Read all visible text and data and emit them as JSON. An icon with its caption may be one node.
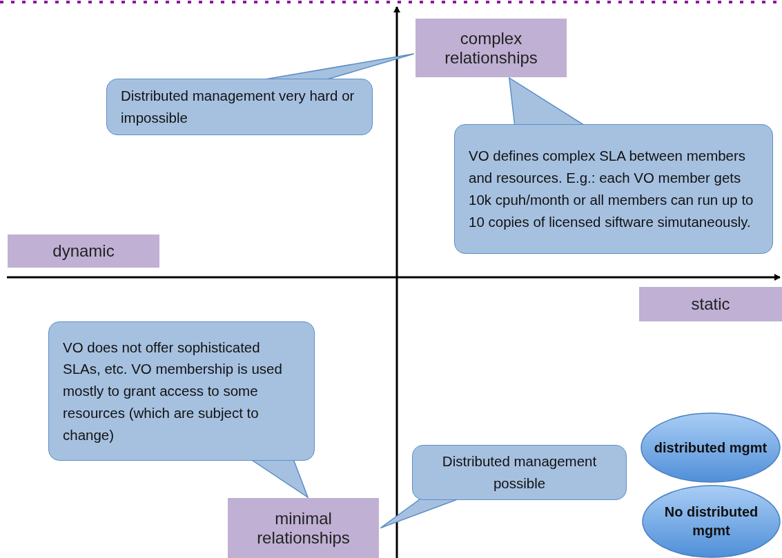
{
  "diagram": {
    "nodes": [
      {
        "text": [
          "complex relationships"
        ]
      },
      {
        "text": [
          "dynamic"
        ]
      },
      {
        "text": [
          "static"
        ]
      },
      {
        "text": [
          "minimal relationships"
        ]
      },
      {
        "text": [
          "Distributed management very hard or impossible"
        ]
      },
      {
        "text": [
          "VO defines complex SLA between members and resources. E.g.: each VO member gets 10k cpuh/month or all members can run up to 10 copies of licensed siftware simutaneously."
        ]
      },
      {
        "text": [
          "VO does not offer sophisticated SLAs, etc. VO membership is used mostly to grant access to some resources (which are subject to change)"
        ]
      },
      {
        "text": [
          "Distributed management possible"
        ]
      },
      {
        "text": [
          "distributed mgmt"
        ]
      },
      {
        "text": [
          "No distributed mgmt"
        ]
      }
    ],
    "edges": [
      {
        "from": 4,
        "to": 0,
        "arrow": "none"
      },
      {
        "from": 5,
        "to": 0,
        "arrow": "none"
      },
      {
        "from": 6,
        "to": 3,
        "arrow": "none"
      },
      {
        "from": 7,
        "to": 3,
        "arrow": "none"
      }
    ]
  }
}
